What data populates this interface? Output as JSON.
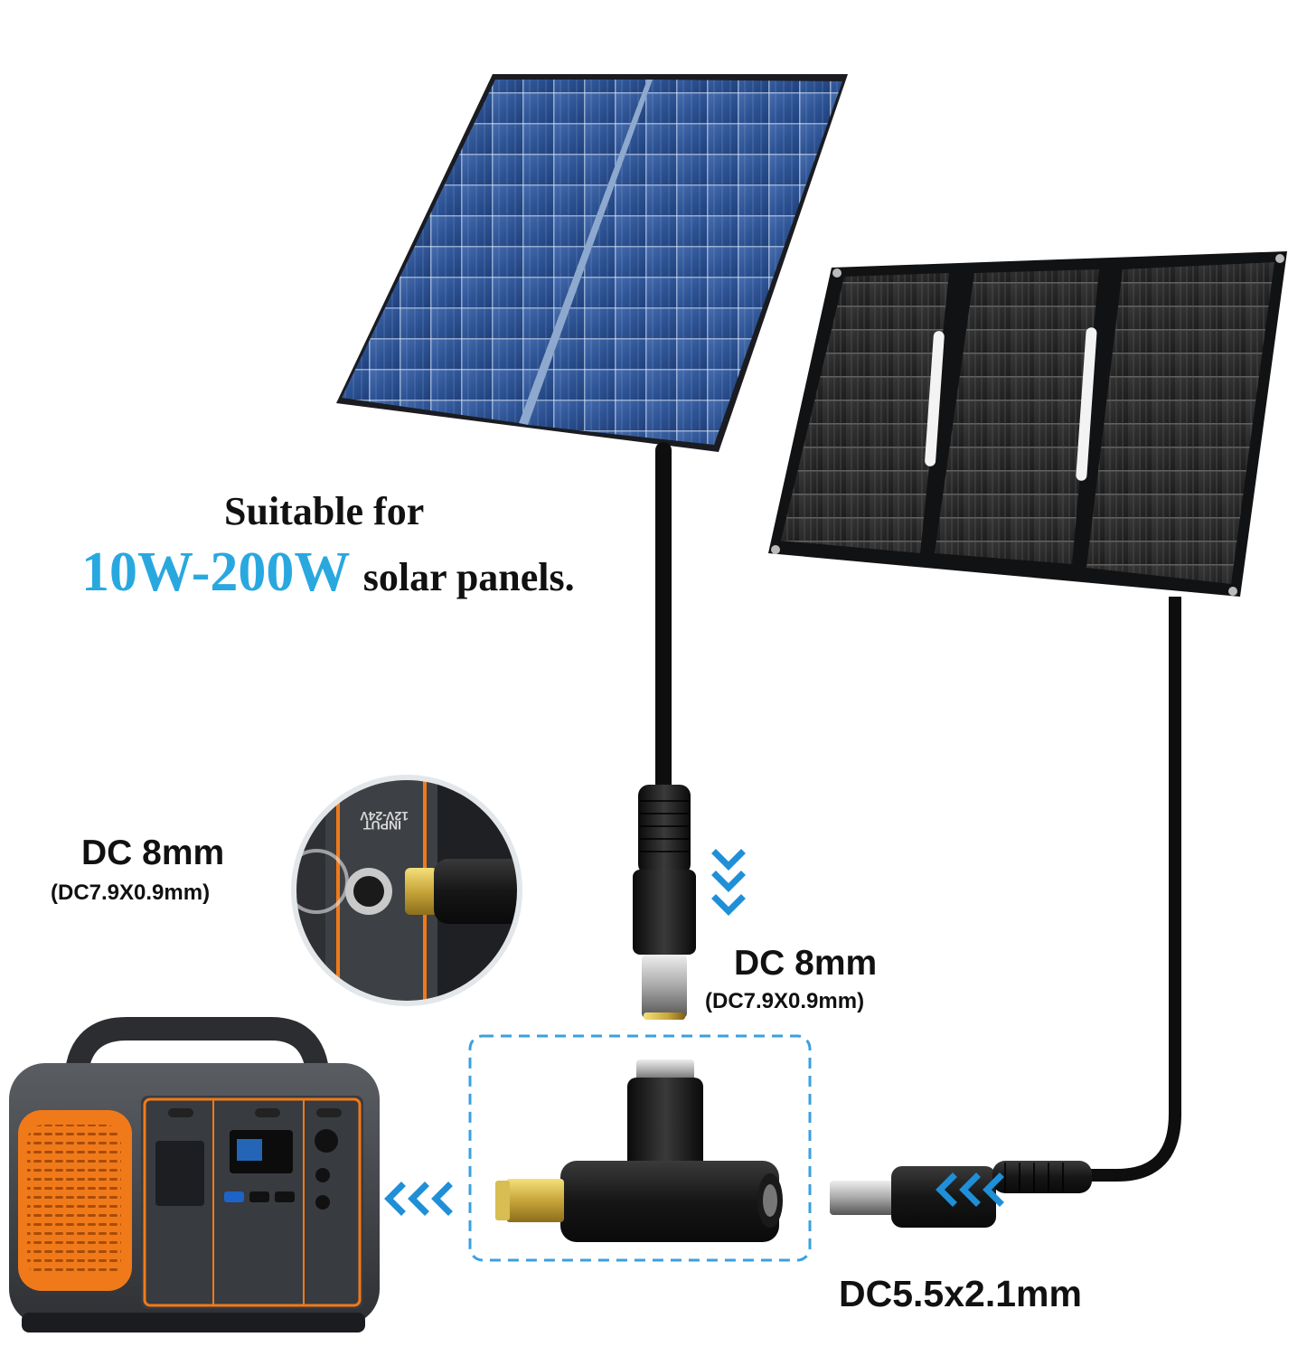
{
  "headline": {
    "line1": "Suitable for",
    "accent": "10W-200W",
    "rest": "solar panels."
  },
  "labels": {
    "port_main": "DC 8mm",
    "port_sub": "(DC7.9X0.9mm)",
    "plug_main": "DC 8mm",
    "plug_sub": "(DC7.9X0.9mm)",
    "small_plug": "DC5.5x2.1mm"
  },
  "inset_port_text": {
    "line1": "INPUT",
    "line2": "12V-24V"
  },
  "colors": {
    "accent": "#29a8e0",
    "arrow": "#1f8fd8",
    "station_orange": "#f07a1a",
    "dashed_box": "#3aa0e0"
  },
  "icons": [
    "chevron-down-icon",
    "chevron-left-icon"
  ]
}
